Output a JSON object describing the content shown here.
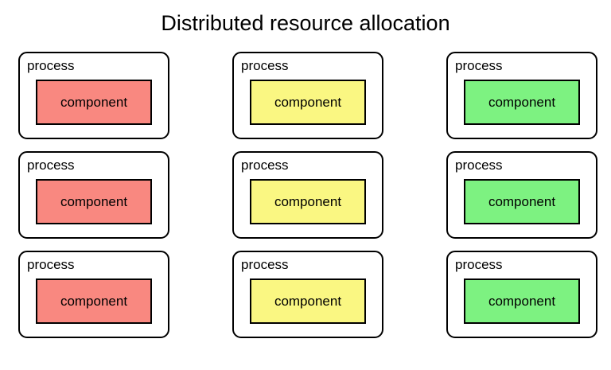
{
  "title": "Distributed resource allocation",
  "colors": {
    "red": "#F98880",
    "yellow": "#FAF782",
    "green": "#7DF281",
    "stroke": "#000000",
    "process_fill": "#FFFFFF"
  },
  "cells": [
    {
      "process_label": "process",
      "component_label": "component",
      "color": "#F98880"
    },
    {
      "process_label": "process",
      "component_label": "component",
      "color": "#FAF782"
    },
    {
      "process_label": "process",
      "component_label": "component",
      "color": "#7DF281"
    },
    {
      "process_label": "process",
      "component_label": "component",
      "color": "#F98880"
    },
    {
      "process_label": "process",
      "component_label": "component",
      "color": "#FAF782"
    },
    {
      "process_label": "process",
      "component_label": "component",
      "color": "#7DF281"
    },
    {
      "process_label": "process",
      "component_label": "component",
      "color": "#F98880"
    },
    {
      "process_label": "process",
      "component_label": "component",
      "color": "#FAF782"
    },
    {
      "process_label": "process",
      "component_label": "component",
      "color": "#7DF281"
    }
  ]
}
